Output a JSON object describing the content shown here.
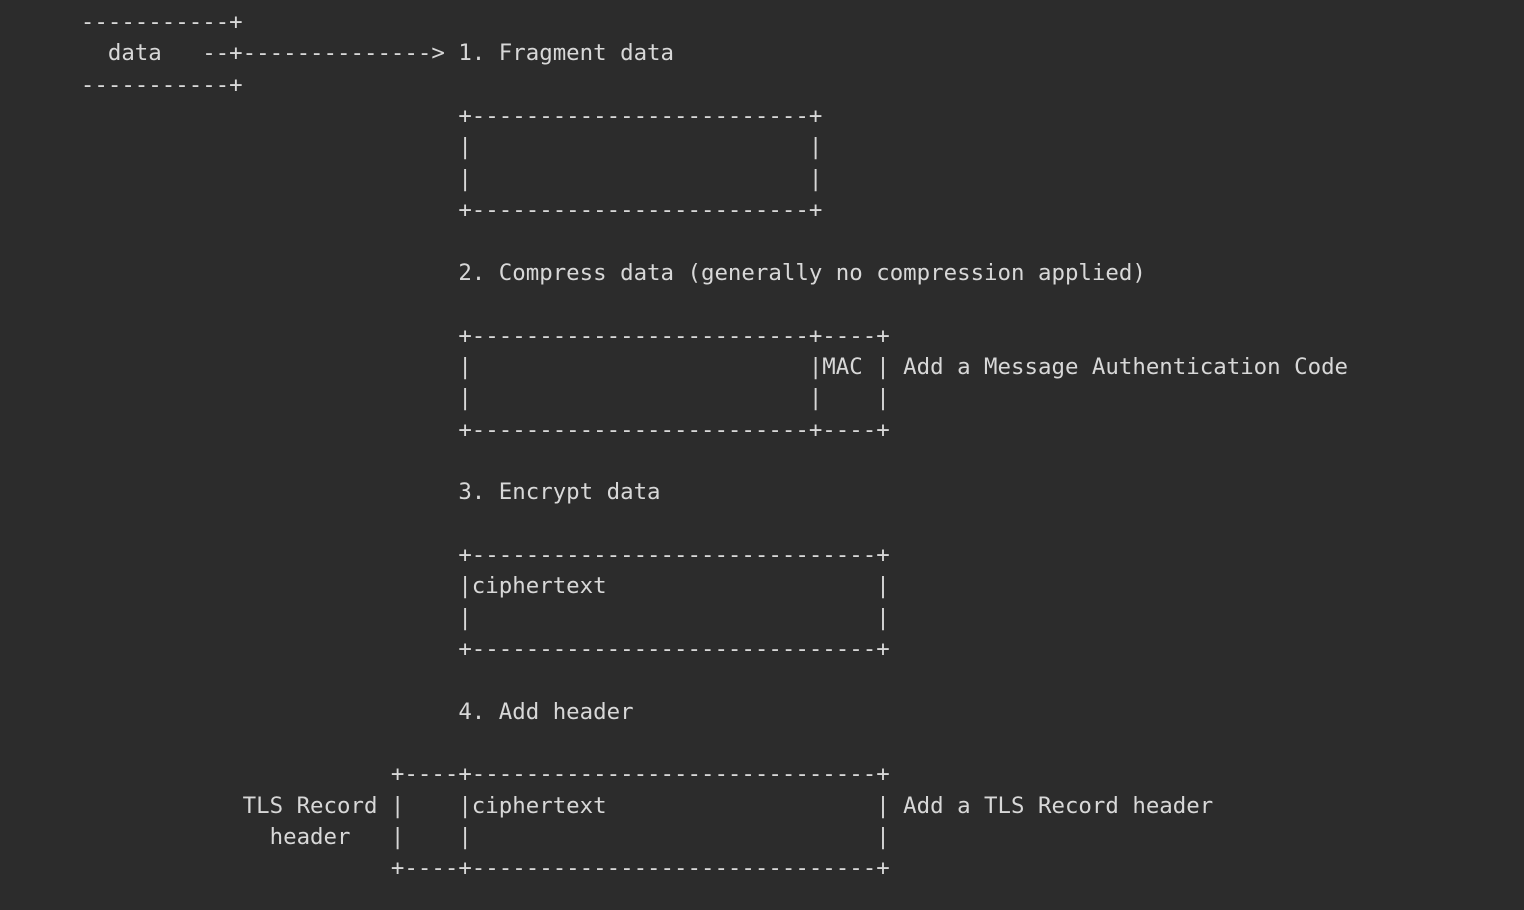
{
  "lines": [
    "      -----------+",
    "        data   --+--------------> 1. Fragment data",
    "      -----------+",
    "                                  +-------------------------+",
    "                                  |                         |",
    "                                  |                         |",
    "                                  +-------------------------+",
    "",
    "                                  2. Compress data (generally no compression applied)",
    "",
    "                                  +-------------------------+----+",
    "                                  |                         |MAC | Add a Message Authentication Code",
    "                                  |                         |    |",
    "                                  +-------------------------+----+",
    "",
    "                                  3. Encrypt data",
    "",
    "                                  +------------------------------+",
    "                                  |ciphertext                    |",
    "                                  |                              |",
    "                                  +------------------------------+",
    "",
    "                                  4. Add header",
    "",
    "                             +----+------------------------------+",
    "                  TLS Record |    |ciphertext                    | Add a TLS Record header",
    "                    header   |    |                              |",
    "                             +----+------------------------------+"
  ]
}
